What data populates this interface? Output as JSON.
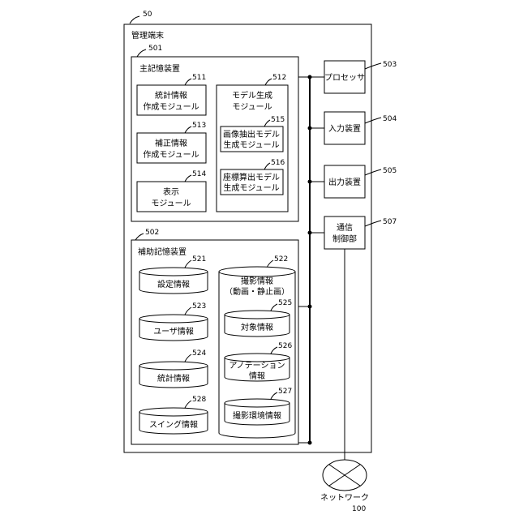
{
  "terminal": {
    "ref": "50",
    "title": "管理端末"
  },
  "main_storage": {
    "ref": "501",
    "title": "主記憶装置",
    "modules": {
      "m511": {
        "ref": "511",
        "line1": "統計情報",
        "line2": "作成モジュール"
      },
      "m512": {
        "ref": "512",
        "line1": "モデル生成",
        "line2": "モジュール"
      },
      "m513": {
        "ref": "513",
        "line1": "補正情報",
        "line2": "作成モジュール"
      },
      "m514": {
        "ref": "514",
        "line1": "表示",
        "line2": "モジュール"
      },
      "m515": {
        "ref": "515",
        "line1": "画像抽出モデル",
        "line2": "生成モジュール"
      },
      "m516": {
        "ref": "516",
        "line1": "座標算出モデル",
        "line2": "生成モジュール"
      }
    }
  },
  "aux_storage": {
    "ref": "502",
    "title": "補助記憶装置",
    "db": {
      "d521": {
        "ref": "521",
        "label": "設定情報"
      },
      "d522": {
        "ref": "522",
        "line1": "撮影情報",
        "line2": "（動画・静止画）"
      },
      "d523": {
        "ref": "523",
        "label": "ユーザ情報"
      },
      "d524": {
        "ref": "524",
        "label": "統計情報"
      },
      "d525": {
        "ref": "525",
        "label": "対象情報"
      },
      "d526": {
        "ref": "526",
        "line1": "アノテーション",
        "line2": "情報"
      },
      "d527": {
        "ref": "527",
        "label": "撮影環境情報"
      },
      "d528": {
        "ref": "528",
        "label": "スイング情報"
      }
    }
  },
  "devices": {
    "processor": {
      "ref": "503",
      "label": "プロセッサ"
    },
    "input": {
      "ref": "504",
      "label": "入力装置"
    },
    "output": {
      "ref": "505",
      "label": "出力装置"
    },
    "comm": {
      "ref": "507",
      "line1": "通信",
      "line2": "制御部"
    }
  },
  "network": {
    "ref": "100",
    "label": "ネットワーク"
  }
}
